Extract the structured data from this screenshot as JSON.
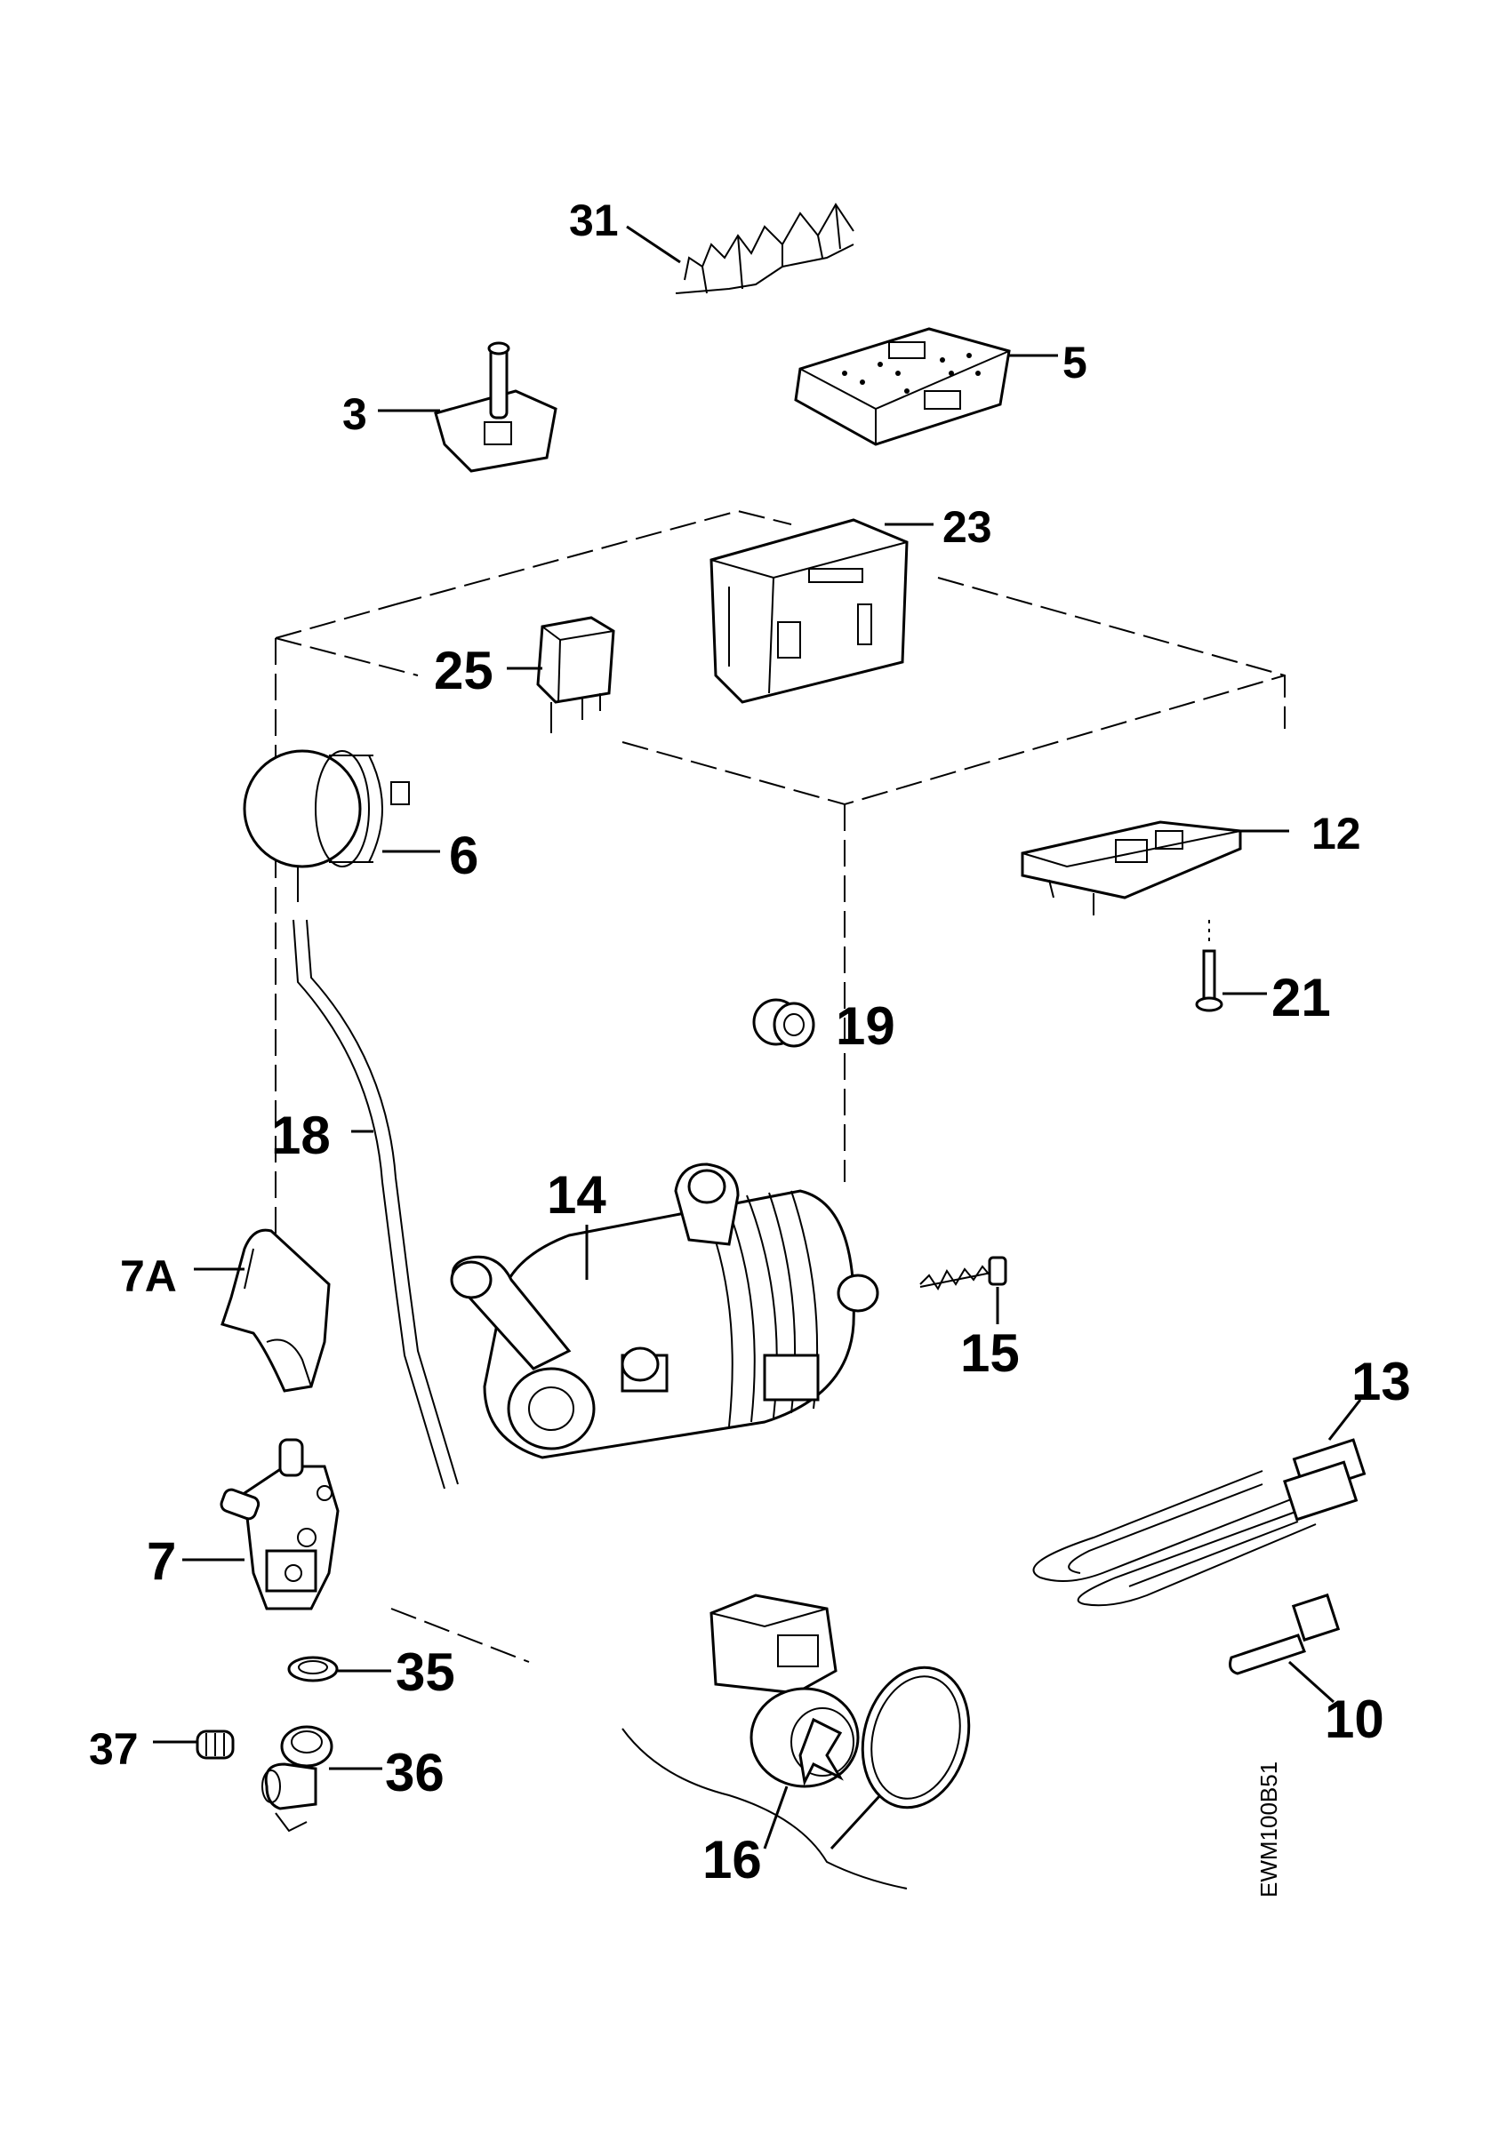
{
  "diagram_code": "EWM100B51",
  "labels": {
    "p31": "31",
    "p5": "5",
    "p3": "3",
    "p23": "23",
    "p25": "25",
    "p6": "6",
    "p12": "12",
    "p21": "21",
    "p19": "19",
    "p18": "18",
    "p14": "14",
    "p7a": "7A",
    "p15": "15",
    "p13": "13",
    "p7": "7",
    "p10": "10",
    "p35": "35",
    "p37": "37",
    "p36": "36",
    "p16": "16"
  }
}
